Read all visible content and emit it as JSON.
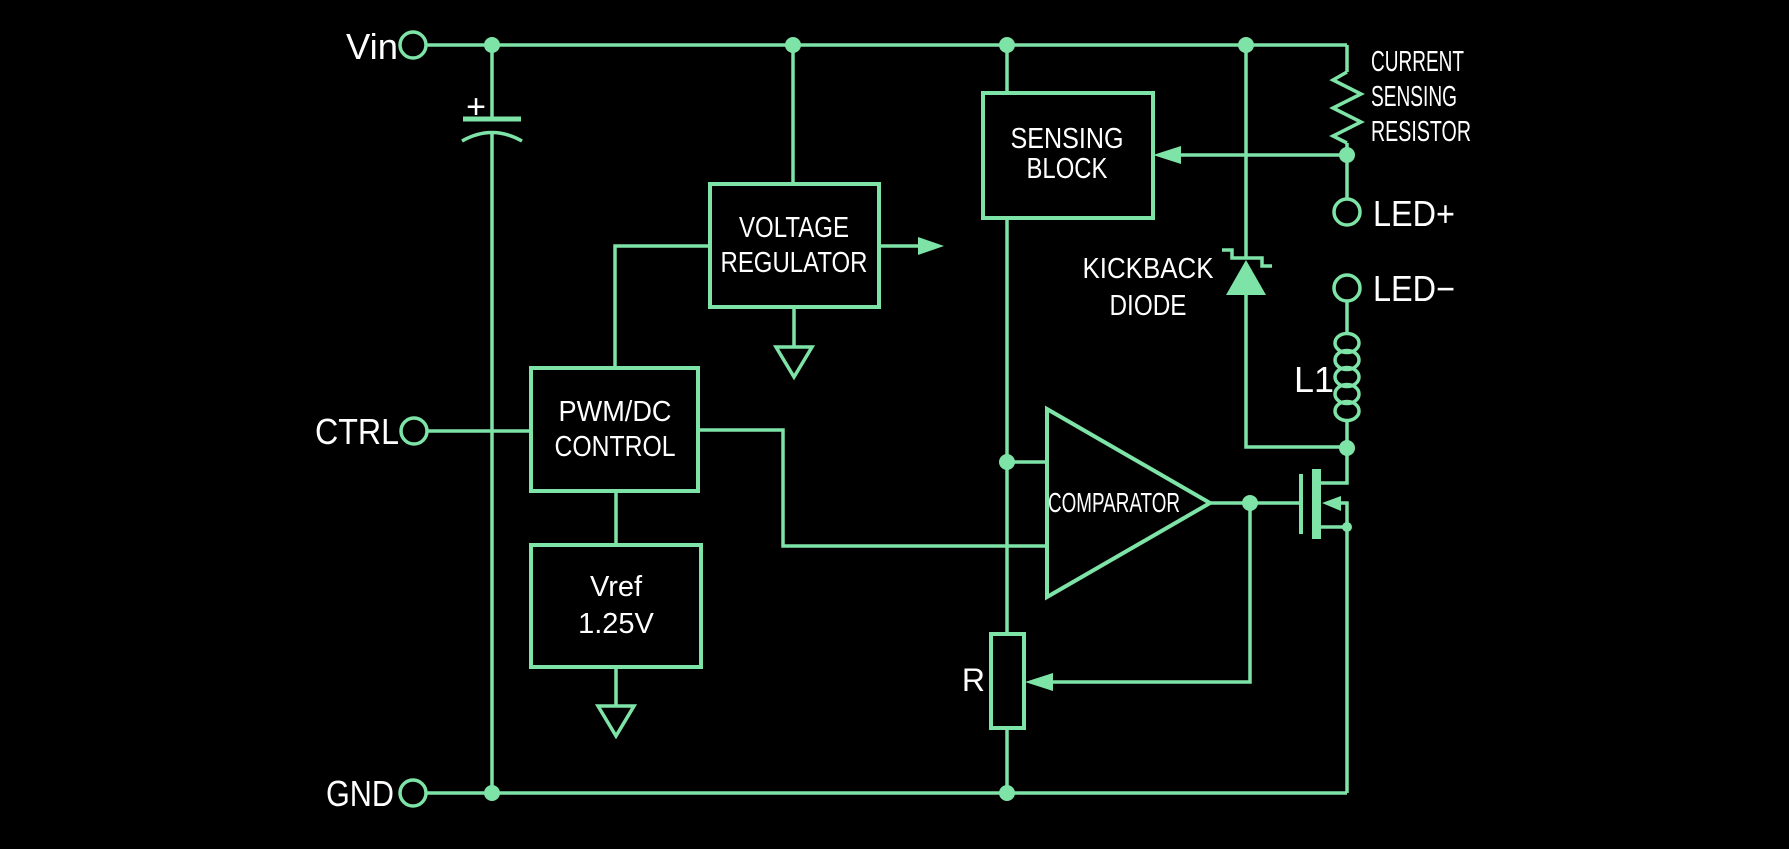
{
  "colors": {
    "background": "#000000",
    "wire": "#7EE3A7",
    "label": "#FFFFFF"
  },
  "terminals": {
    "vin": {
      "label": "Vin"
    },
    "ctrl": {
      "label": "CTRL"
    },
    "gnd": {
      "label": "GND"
    },
    "led_plus": {
      "label": "LED+"
    },
    "led_minus": {
      "label": "LED−"
    }
  },
  "blocks": {
    "voltage_regulator": {
      "line1": "VOLTAGE",
      "line2": "REGULATOR"
    },
    "pwm_dc_control": {
      "line1": "PWM/DC",
      "line2": "CONTROL"
    },
    "vref": {
      "line1": "Vref",
      "line2": "1.25V"
    },
    "sensing_block": {
      "line1": "SENSING",
      "line2": "BLOCK"
    },
    "comparator": {
      "label": "COMPARATOR"
    }
  },
  "components": {
    "input_capacitor": {
      "polarity": "+"
    },
    "current_sensing_resistor": {
      "line1": "CURRENT",
      "line2": "SENSING",
      "line3": "RESISTOR"
    },
    "kickback_diode": {
      "line1": "KICKBACK",
      "line2": "DIODE"
    },
    "inductor": {
      "label": "L1"
    },
    "sense_resistor": {
      "label": "R"
    }
  }
}
